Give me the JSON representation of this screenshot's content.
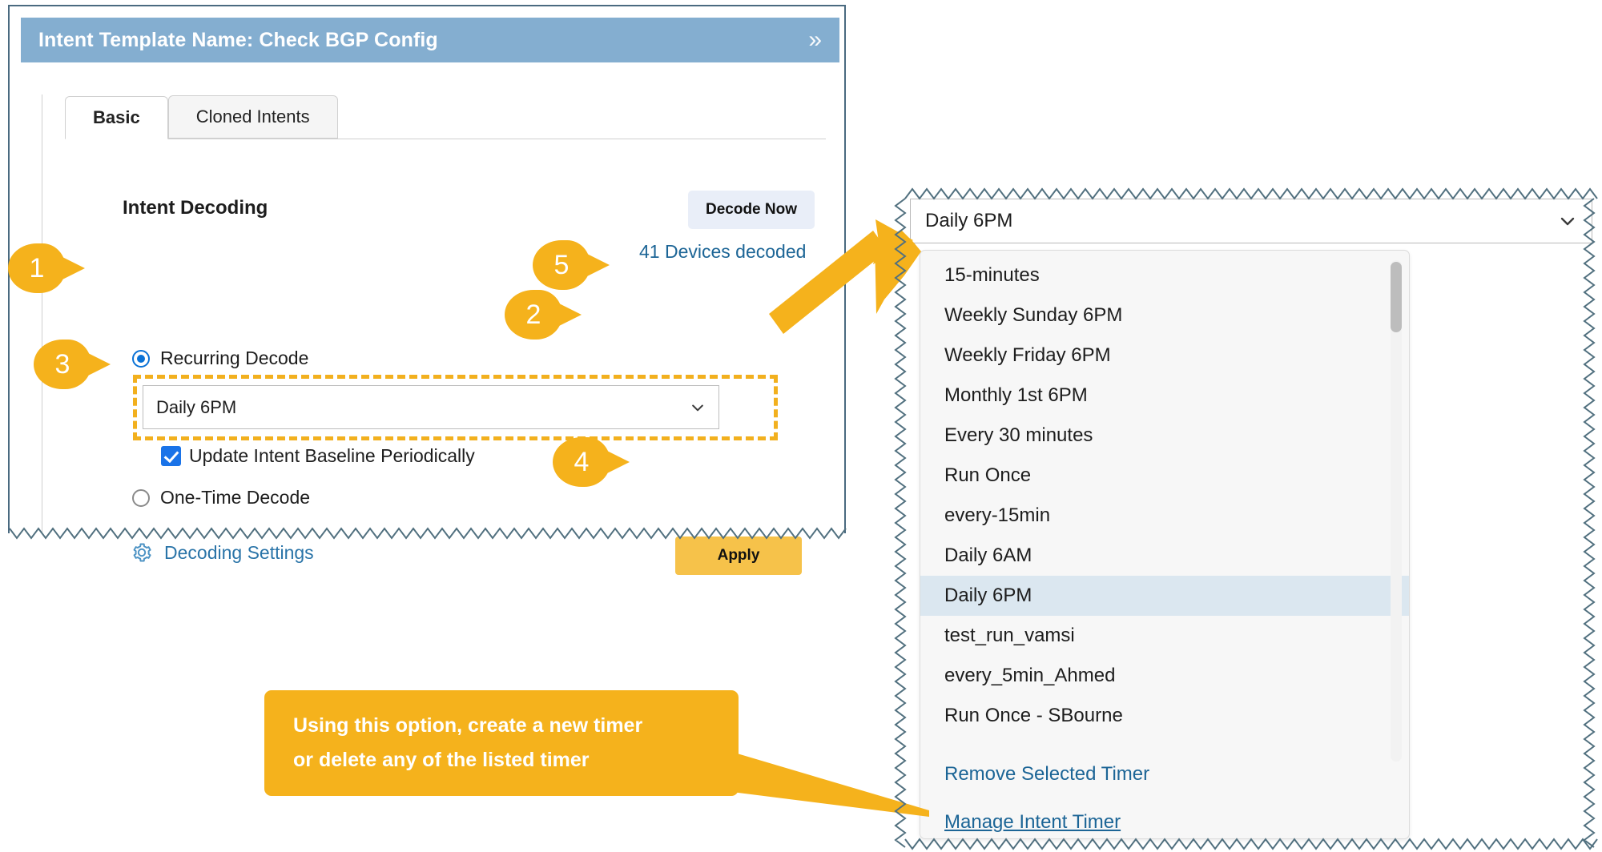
{
  "panel": {
    "title": "Intent Template Name: Check BGP Config",
    "collapse_icon": "chevron-double-right-icon",
    "tabs": [
      {
        "label": "Basic",
        "active": true
      },
      {
        "label": "Cloned Intents",
        "active": false
      }
    ],
    "section_title": "Intent Decoding",
    "decode_now_label": "Decode Now",
    "devices_decoded_label": "41 Devices decoded",
    "recurring_decode_label": "Recurring Decode",
    "recurring_decode_selected": true,
    "timer_select_value": "Daily 6PM",
    "update_baseline_label": "Update Intent Baseline Periodically",
    "update_baseline_checked": true,
    "one_time_decode_label": "One-Time Decode",
    "one_time_decode_selected": false,
    "decoding_settings_label": "Decoding Settings",
    "decoding_settings_icon": "gear-icon",
    "apply_label": "Apply"
  },
  "callouts": [
    {
      "number": "1",
      "target": "recurring-decode-radio"
    },
    {
      "number": "2",
      "target": "timer-select-caret"
    },
    {
      "number": "3",
      "target": "update-baseline-checkbox"
    },
    {
      "number": "4",
      "target": "apply-button"
    },
    {
      "number": "5",
      "target": "devices-decoded-link"
    }
  ],
  "dropdown": {
    "selected_value": "Daily 6PM",
    "caret_icon": "chevron-down-icon",
    "options": [
      {
        "label": "15-minutes",
        "selected": false
      },
      {
        "label": "Weekly Sunday 6PM",
        "selected": false
      },
      {
        "label": "Weekly Friday 6PM",
        "selected": false
      },
      {
        "label": "Monthly 1st 6PM",
        "selected": false
      },
      {
        "label": "Every 30 minutes",
        "selected": false
      },
      {
        "label": "Run Once",
        "selected": false
      },
      {
        "label": "every-15min",
        "selected": false
      },
      {
        "label": "Daily 6AM",
        "selected": false
      },
      {
        "label": "Daily 6PM",
        "selected": true
      },
      {
        "label": "test_run_vamsi",
        "selected": false
      },
      {
        "label": "every_5min_Ahmed",
        "selected": false
      },
      {
        "label": "Run Once - SBourne",
        "selected": false
      }
    ],
    "remove_timer_label": "Remove Selected Timer",
    "manage_timer_label": "Manage Intent Timer"
  },
  "tooltip": {
    "line1": "Using this option, create a new timer",
    "line2": "or delete any of the listed timer"
  },
  "colors": {
    "header_blue": "#84aed0",
    "accent_yellow": "#f5b21c",
    "link_blue": "#1c6596",
    "radio_blue": "#0a72d6",
    "checkbox_blue": "#1a73e8",
    "apply_yellow": "#f6c24a",
    "decode_now_bg": "#e9eef8",
    "selected_option_bg": "#dbe7f0",
    "torn_edge": "#51707f"
  }
}
